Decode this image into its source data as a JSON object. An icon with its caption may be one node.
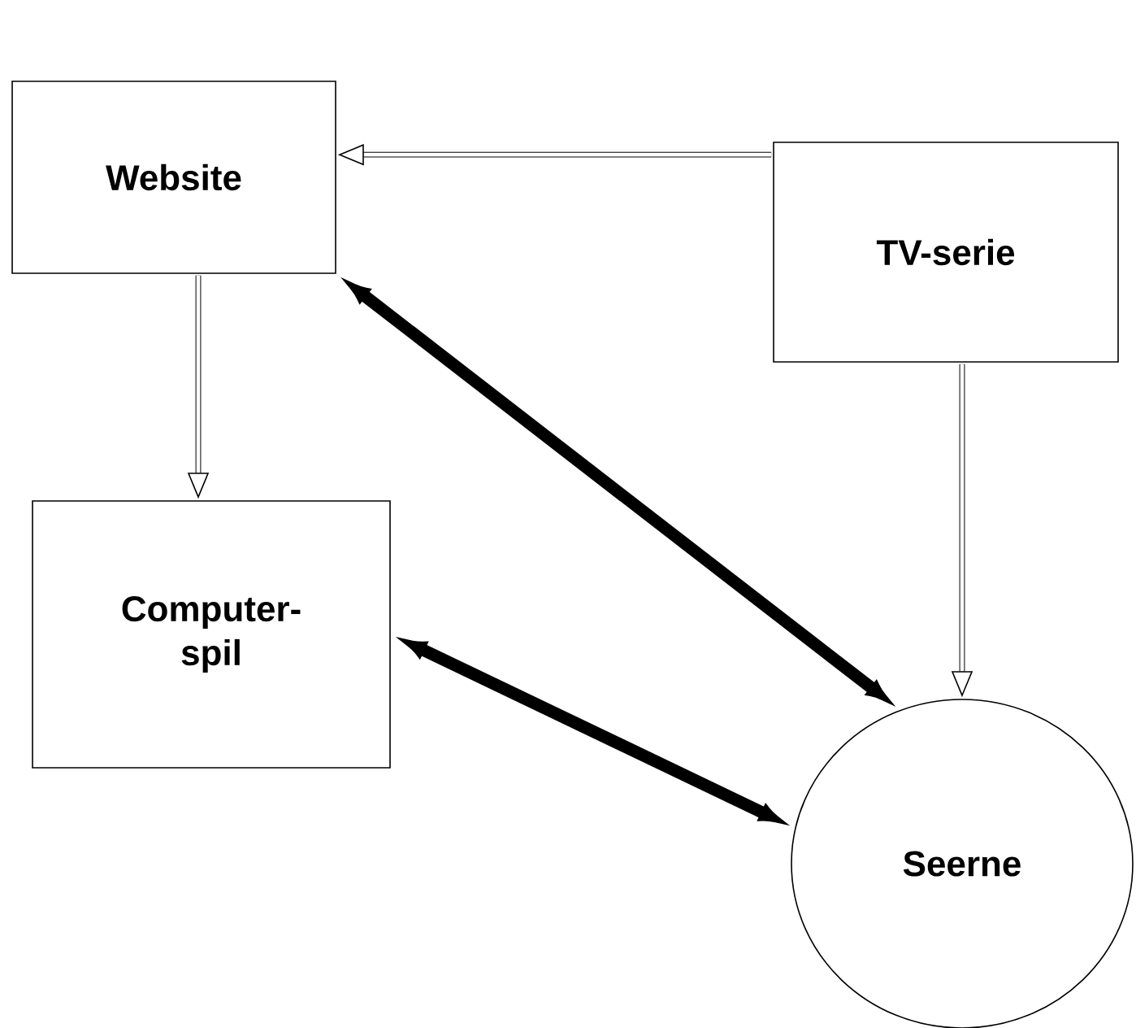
{
  "diagram": {
    "nodes": [
      {
        "text": [
          "Website"
        ]
      },
      {
        "text": [
          "TV-serie"
        ]
      },
      {
        "text": [
          "Computer-spil"
        ]
      },
      {
        "text": [
          "Seerne"
        ]
      }
    ],
    "edges": [
      {
        "from": 1,
        "to": 0,
        "arrow": "to"
      },
      {
        "from": 0,
        "to": 2,
        "arrow": "to"
      },
      {
        "from": 1,
        "to": 3,
        "arrow": "to"
      },
      {
        "from": 0,
        "to": 3,
        "arrow": "both",
        "style": "thick"
      },
      {
        "from": 2,
        "to": 3,
        "arrow": "both",
        "style": "thick"
      }
    ]
  }
}
